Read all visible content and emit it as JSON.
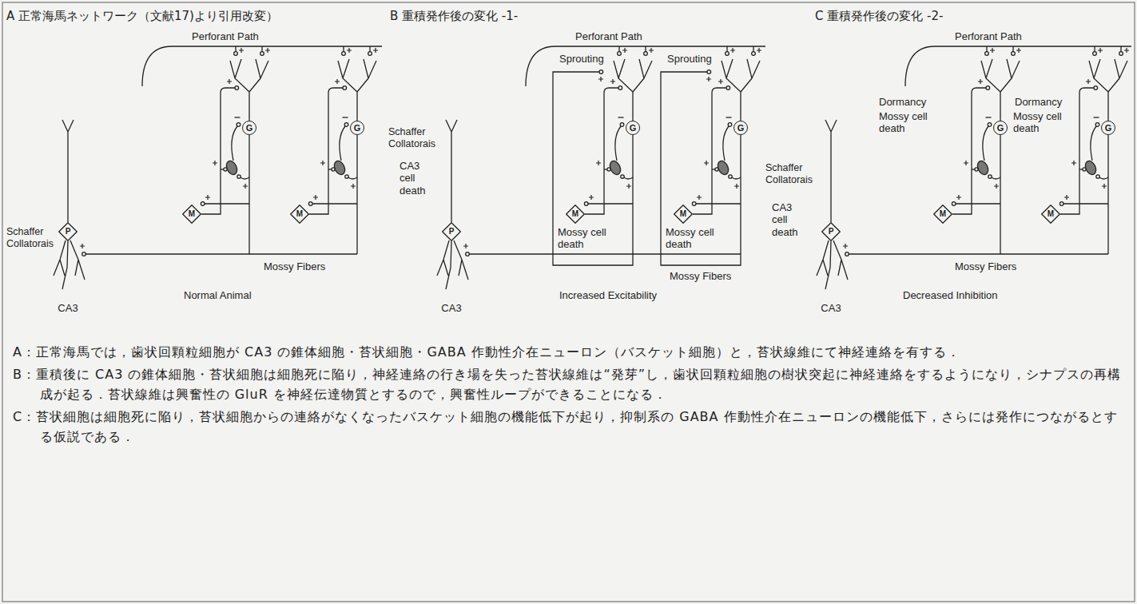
{
  "diagram": {
    "nodes": [
      {
        "text": [
          "G"
        ]
      },
      {
        "text": [
          "G"
        ]
      },
      {
        "text": [
          "M"
        ]
      },
      {
        "text": [
          "M"
        ]
      },
      {
        "text": [
          "P"
        ]
      },
      {
        "text": [
          "G"
        ]
      },
      {
        "text": [
          "G"
        ]
      },
      {
        "text": [
          "M"
        ]
      },
      {
        "text": [
          "M"
        ]
      },
      {
        "text": [
          "P"
        ]
      },
      {
        "text": [
          "G"
        ]
      },
      {
        "text": [
          "G"
        ]
      },
      {
        "text": [
          "M"
        ]
      },
      {
        "text": [
          "M"
        ]
      },
      {
        "text": [
          "P"
        ]
      }
    ],
    "labels": [
      "A 正常海馬ネットワーク（文献17)より引用改変）",
      "B 重積発作後の変化 -1-",
      "C 重積発作後の変化 -2-",
      "Perforant Path",
      "Schaffer Collatorais",
      "CA3",
      "Mossy Fibers",
      "Normal Animal",
      "Perforant Path",
      "Sprouting",
      "Sprouting",
      "Schaffer Collatorais",
      "Mossy cell death",
      "Mossy cell death",
      "CA3 cell death",
      "CA3",
      "Mossy Fibers",
      "Increased Excitability",
      "Perforant Path",
      "Dormancy",
      "Dormancy",
      "Mossy cell death",
      "Mossy cell death",
      "Schaffer Collatorais",
      "CA3 cell death",
      "CA3",
      "Mossy Fibers",
      "Decreased Inhibition",
      "A：正常海馬では，歯状回顆粒細胞が CA3 の錐体細胞・苔状細胞・GABA 作動性介在ニューロン（バスケット細胞）と，苔状線維にて神経連絡を有する．",
      "B：重積後に CA3 の錐体細胞・苔状細胞は細胞死に陥り，神経連絡の行き場を失った苔状線維は“発芽”し，歯状回顆粒細胞の樹状突起に神経連絡をするようになり，シナプスの再構成が起る．苔状線維は興奮性の GluR を神経伝達物質とするので，興奮性ループができることになる．",
      "C：苔状細胞は細胞死に陥り，苔状細胞からの連絡がなくなったバスケット細胞の機能低下が起り，抑制系の GABA 作動性介在ニューロンの機能低下，さらには発作につながるとする仮説である．"
    ]
  }
}
